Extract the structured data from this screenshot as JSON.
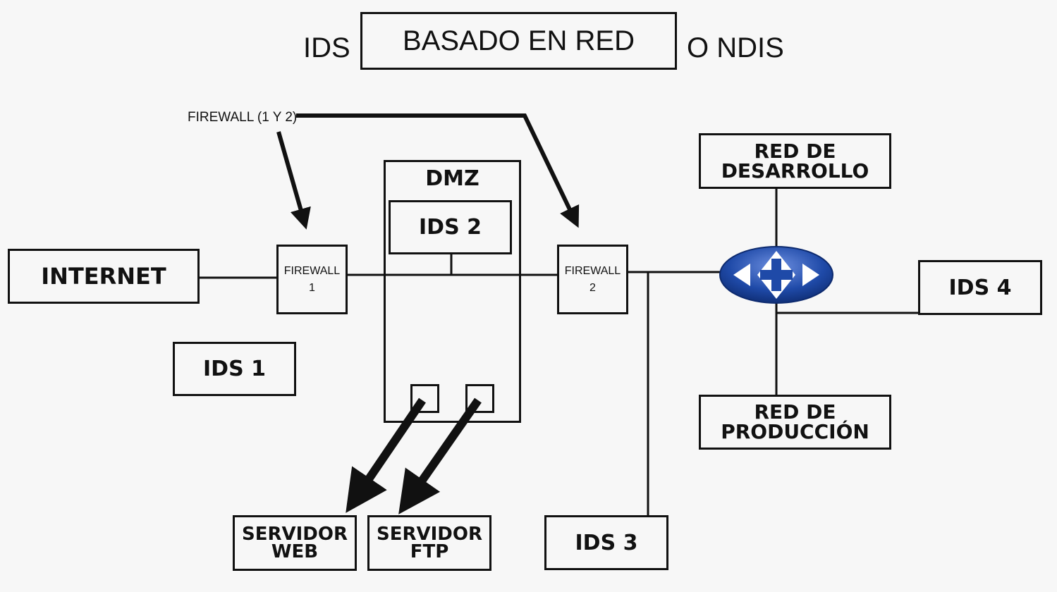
{
  "title": {
    "prefix": "IDS",
    "boxed": "BASADO EN RED",
    "suffix": "O NDIS"
  },
  "callout": {
    "label": "FIREWALL (1 Y 2)"
  },
  "nodes": {
    "internet": "INTERNET",
    "firewall1": {
      "line1": "FIREWALL",
      "line2": "1"
    },
    "firewall2": {
      "line1": "FIREWALL",
      "line2": "2"
    },
    "dmz": "DMZ",
    "ids1": "IDS 1",
    "ids2": "IDS 2",
    "ids3": "IDS 3",
    "ids4": "IDS 4",
    "red_desarrollo": {
      "line1": "RED DE",
      "line2": "DESARROLLO"
    },
    "red_produccion": {
      "line1": "RED DE",
      "line2": "PRODUCCIÓN"
    },
    "servidor_web": {
      "line1": "SERVIDOR",
      "line2": "WEB"
    },
    "servidor_ftp": {
      "line1": "SERVIDOR",
      "line2": "FTP"
    }
  },
  "colors": {
    "ink": "#111111",
    "switch_blue": "#1f4aa8",
    "background": "#f7f7f7"
  }
}
